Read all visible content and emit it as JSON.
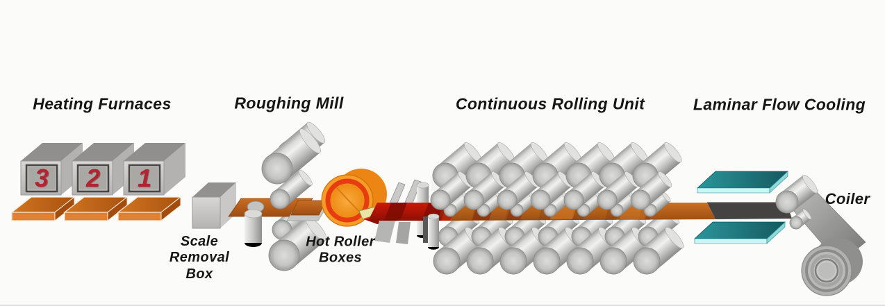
{
  "sections": {
    "heating_furnaces": {
      "label": "Heating Furnaces",
      "furnace_numbers": [
        "3",
        "2",
        "1"
      ],
      "furnace_count": 3,
      "slab_count": 3
    },
    "scale_removal_box": {
      "label_lines": [
        "Scale",
        "Removal",
        "Box"
      ]
    },
    "roughing_mill": {
      "label": "Roughing Mill"
    },
    "hot_roller_boxes": {
      "label_lines": [
        "Hot Roller",
        "Boxes"
      ]
    },
    "continuous_rolling_unit": {
      "label": "Continuous Rolling Unit",
      "stand_count": 7
    },
    "laminar_flow_cooling": {
      "label": "Laminar Flow Cooling",
      "plate_count": 2
    },
    "coiler": {
      "label": "Coiler"
    }
  },
  "colors": {
    "background": "#fbfbf9",
    "text": "#161616",
    "furnace_number": "#b02530",
    "slab_orange": "#c9701f",
    "slab_front": "#e08030",
    "strip_red": "#cc1a07",
    "strip_red_dark": "#7c0c04",
    "strip_orange": "#bb6018",
    "strip_cooled": "#454341",
    "plate_teal": "#1f7a80",
    "plate_teal_light": "#cdf4f4",
    "hot_box_orange": "#f59d26",
    "hot_box_ring": "#e63c10",
    "roller_gray": "#c2c2c0"
  }
}
